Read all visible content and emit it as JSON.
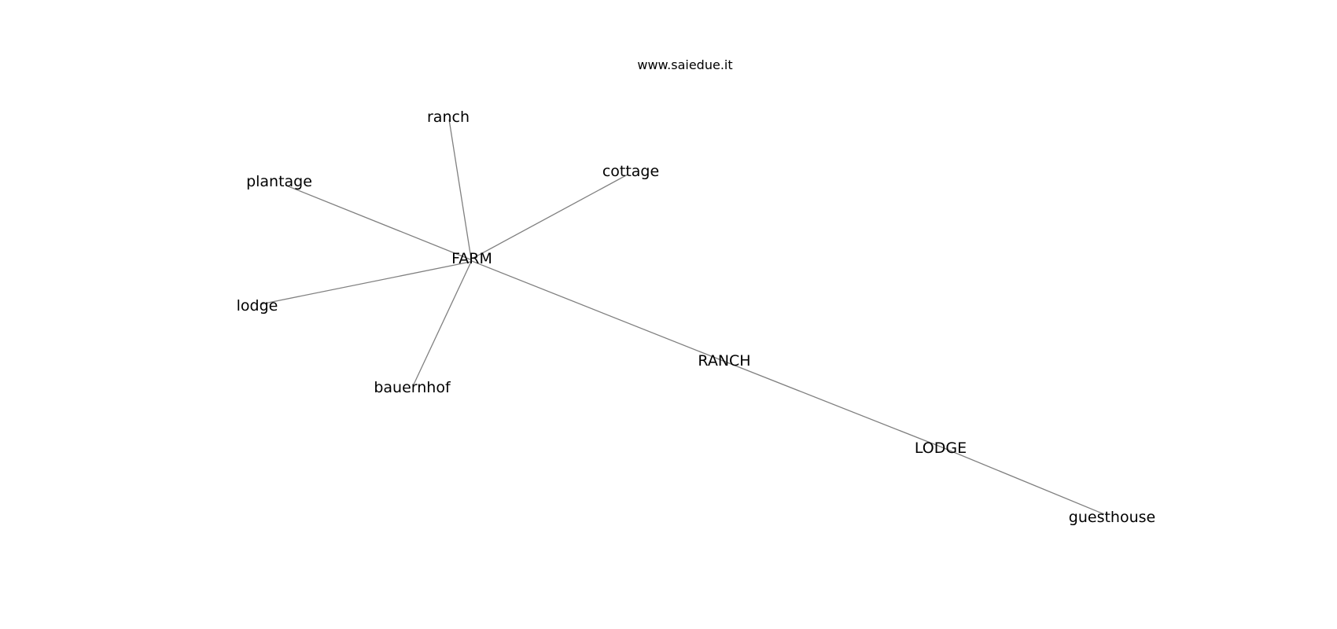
{
  "header": {
    "site": "www.saiedue.it"
  },
  "graph": {
    "edge_color": "#808080",
    "text_color": "#000000",
    "nodes": [
      {
        "id": "farm",
        "label": "FARM"
      },
      {
        "id": "ranch_lower",
        "label": "ranch"
      },
      {
        "id": "plantage",
        "label": "plantage"
      },
      {
        "id": "cottage",
        "label": "cottage"
      },
      {
        "id": "lodge_lower",
        "label": "lodge"
      },
      {
        "id": "bauernhof",
        "label": "bauernhof"
      },
      {
        "id": "ranch_upper",
        "label": "RANCH"
      },
      {
        "id": "lodge_upper",
        "label": "LODGE"
      },
      {
        "id": "guesthouse",
        "label": "guesthouse"
      }
    ],
    "edges": [
      {
        "from": "farm",
        "to": "ranch_lower"
      },
      {
        "from": "farm",
        "to": "plantage"
      },
      {
        "from": "farm",
        "to": "cottage"
      },
      {
        "from": "farm",
        "to": "lodge_lower"
      },
      {
        "from": "farm",
        "to": "bauernhof"
      },
      {
        "from": "farm",
        "to": "ranch_upper"
      },
      {
        "from": "ranch_upper",
        "to": "lodge_upper"
      },
      {
        "from": "lodge_upper",
        "to": "guesthouse"
      }
    ]
  }
}
